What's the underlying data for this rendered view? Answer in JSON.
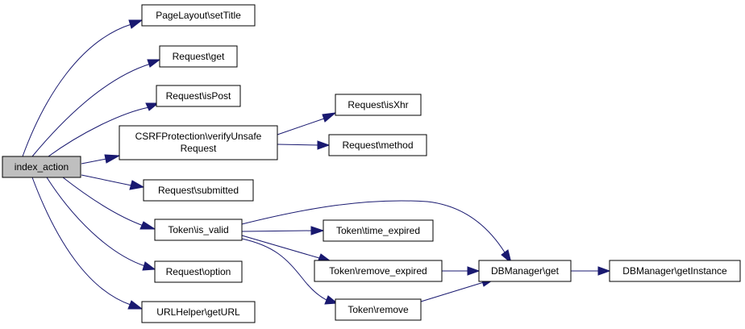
{
  "nodes": {
    "index_action": "index_action",
    "pagelayout_settitle": "PageLayout\\setTitle",
    "request_get": "Request\\get",
    "request_ispost": "Request\\isPost",
    "csrf_line1": "CSRFProtection\\verifyUnsafe",
    "csrf_line2": "Request",
    "request_submitted": "Request\\submitted",
    "token_is_valid": "Token\\is_valid",
    "request_option": "Request\\option",
    "urlhelper_geturl": "URLHelper\\getURL",
    "request_isxhr": "Request\\isXhr",
    "request_method": "Request\\method",
    "token_time_expired": "Token\\time_expired",
    "token_remove_expired": "Token\\remove_expired",
    "token_remove": "Token\\remove",
    "dbmanager_get": "DBManager\\get",
    "dbmanager_getinstance": "DBManager\\getInstance"
  },
  "colors": {
    "edge": "#191970",
    "root_fill": "#bfbfbf",
    "node_fill": "#ffffff",
    "node_border": "#000000"
  }
}
